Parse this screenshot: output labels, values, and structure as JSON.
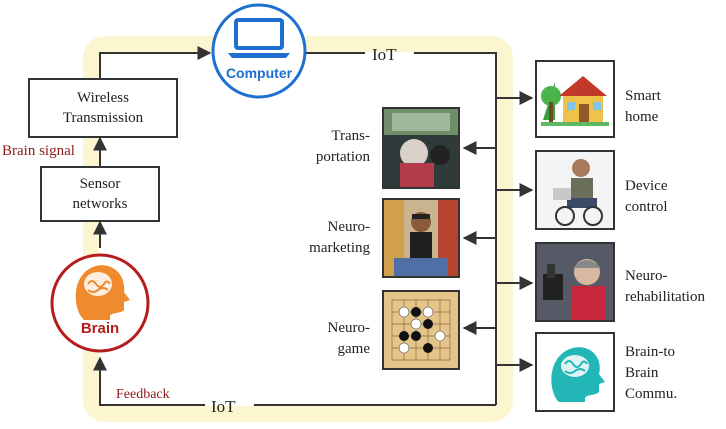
{
  "nodes": {
    "computer": "Computer",
    "wireless": [
      "Wireless",
      "Transmission"
    ],
    "sensor": [
      "Sensor",
      "networks"
    ],
    "brain": "Brain"
  },
  "links": {
    "brain_signal": "Brain signal",
    "feedback": "Feedback",
    "iot_top": "IoT",
    "iot_bottom": "IoT"
  },
  "inputs": [
    {
      "label": [
        "Trans-",
        "portation"
      ]
    },
    {
      "label": [
        "Neuro-",
        "marketing"
      ]
    },
    {
      "label": [
        "Neuro-",
        "game"
      ]
    }
  ],
  "outputs": [
    {
      "label": [
        "Smart",
        "home"
      ]
    },
    {
      "label": [
        "Device",
        "control"
      ]
    },
    {
      "label": [
        "Neuro-",
        "rehabilitation"
      ]
    },
    {
      "label": [
        "Brain-to",
        "Brain",
        "Commu."
      ]
    }
  ],
  "icons": [
    "laptop-icon",
    "brain-head-icon",
    "house-icon",
    "head-profile-icon"
  ],
  "colors": {
    "loop_highlight": "#fbf6cf",
    "computer_blue": "#1f6fd1",
    "brain_red": "#b51d1d",
    "brain_orange": "#f08a2e",
    "teal": "#22b7b6"
  }
}
